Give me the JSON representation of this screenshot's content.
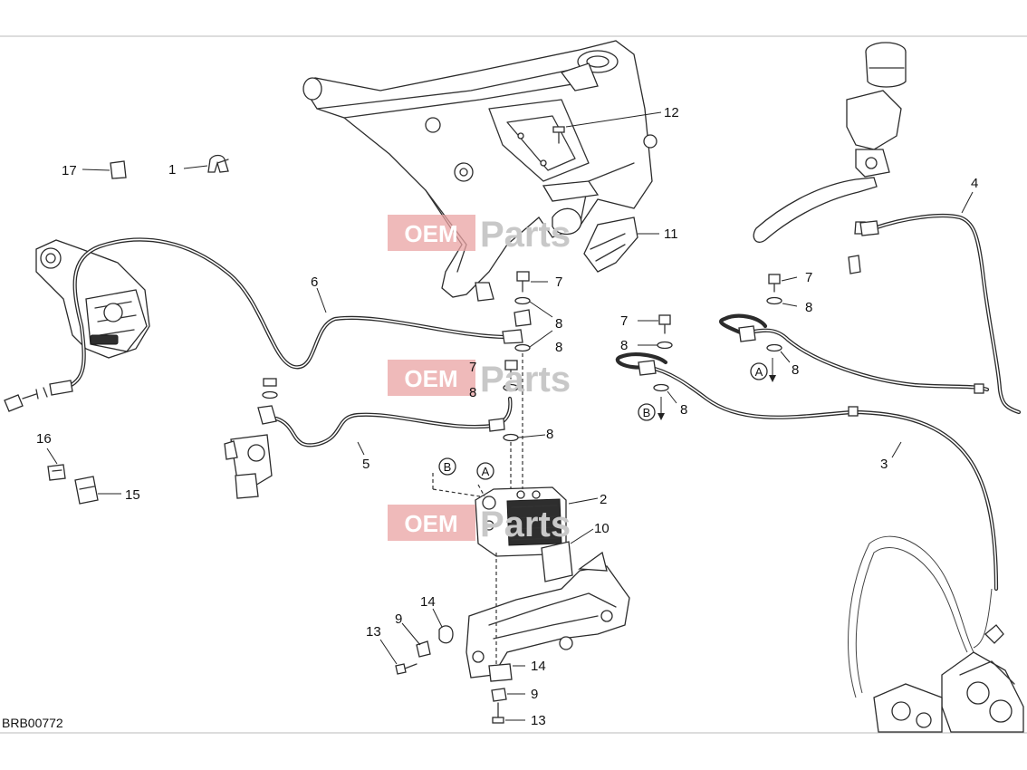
{
  "drawing": {
    "reference": "BRB00772",
    "callouts": [
      "1",
      "2",
      "3",
      "4",
      "5",
      "6",
      "7",
      "8",
      "9",
      "10",
      "11",
      "12",
      "13",
      "14",
      "15",
      "16",
      "17"
    ],
    "connection_marks": [
      "A",
      "B"
    ]
  },
  "watermark": {
    "brand_a": "OEM",
    "brand_b": "Parts",
    "box_color": "#e9a3a3",
    "grey_color": "#c8c8c8"
  }
}
